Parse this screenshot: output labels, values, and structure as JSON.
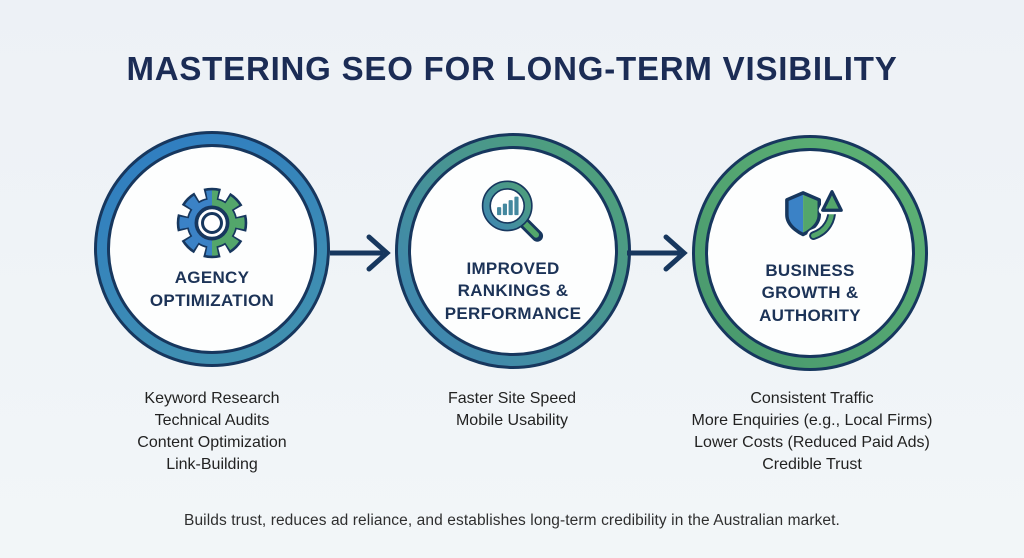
{
  "title": "MASTERING SEO FOR LONG-TERM VISIBILITY",
  "footer": "Builds trust, reduces ad reliance, and establishes long-term credibility in the Australian market.",
  "steps": [
    {
      "label": "AGENCY\nOPTIMIZATION",
      "icon": "gear-icon",
      "items": [
        "Keyword Research",
        "Technical Audits",
        "Content Optimization",
        "Link-Building"
      ]
    },
    {
      "label": "IMPROVED\nRANKINGS &\nPERFORMANCE",
      "icon": "search-bar-chart-icon",
      "items": [
        "Faster Site Speed",
        "Mobile Usability"
      ]
    },
    {
      "label": "BUSINESS\nGROWTH &\nAUTHORITY",
      "icon": "shield-growth-arrow-icon",
      "items": [
        "Consistent Traffic",
        "More Enquiries (e.g., Local Firms)",
        "Lower Costs (Reduced Paid Ads)",
        "Credible Trust"
      ]
    }
  ],
  "colors": {
    "bg_top": "#edf1f6",
    "bg_bottom": "#f2f6f8",
    "navy": "#17375e",
    "title_navy": "#1b2c55",
    "label_navy": "#1c3357",
    "icon_blue": "#3b82c6",
    "icon_green": "#53a66b",
    "ring1_a": "#2f7dc2",
    "ring1_b": "#4292ae",
    "ring2_a": "#3e86b2",
    "ring2_b": "#4fa079",
    "ring3_a": "#49996e",
    "ring3_b": "#5db174",
    "bar_teal": "#44889f",
    "text_dark": "#222222",
    "footer_text": "#2f2f2f"
  }
}
